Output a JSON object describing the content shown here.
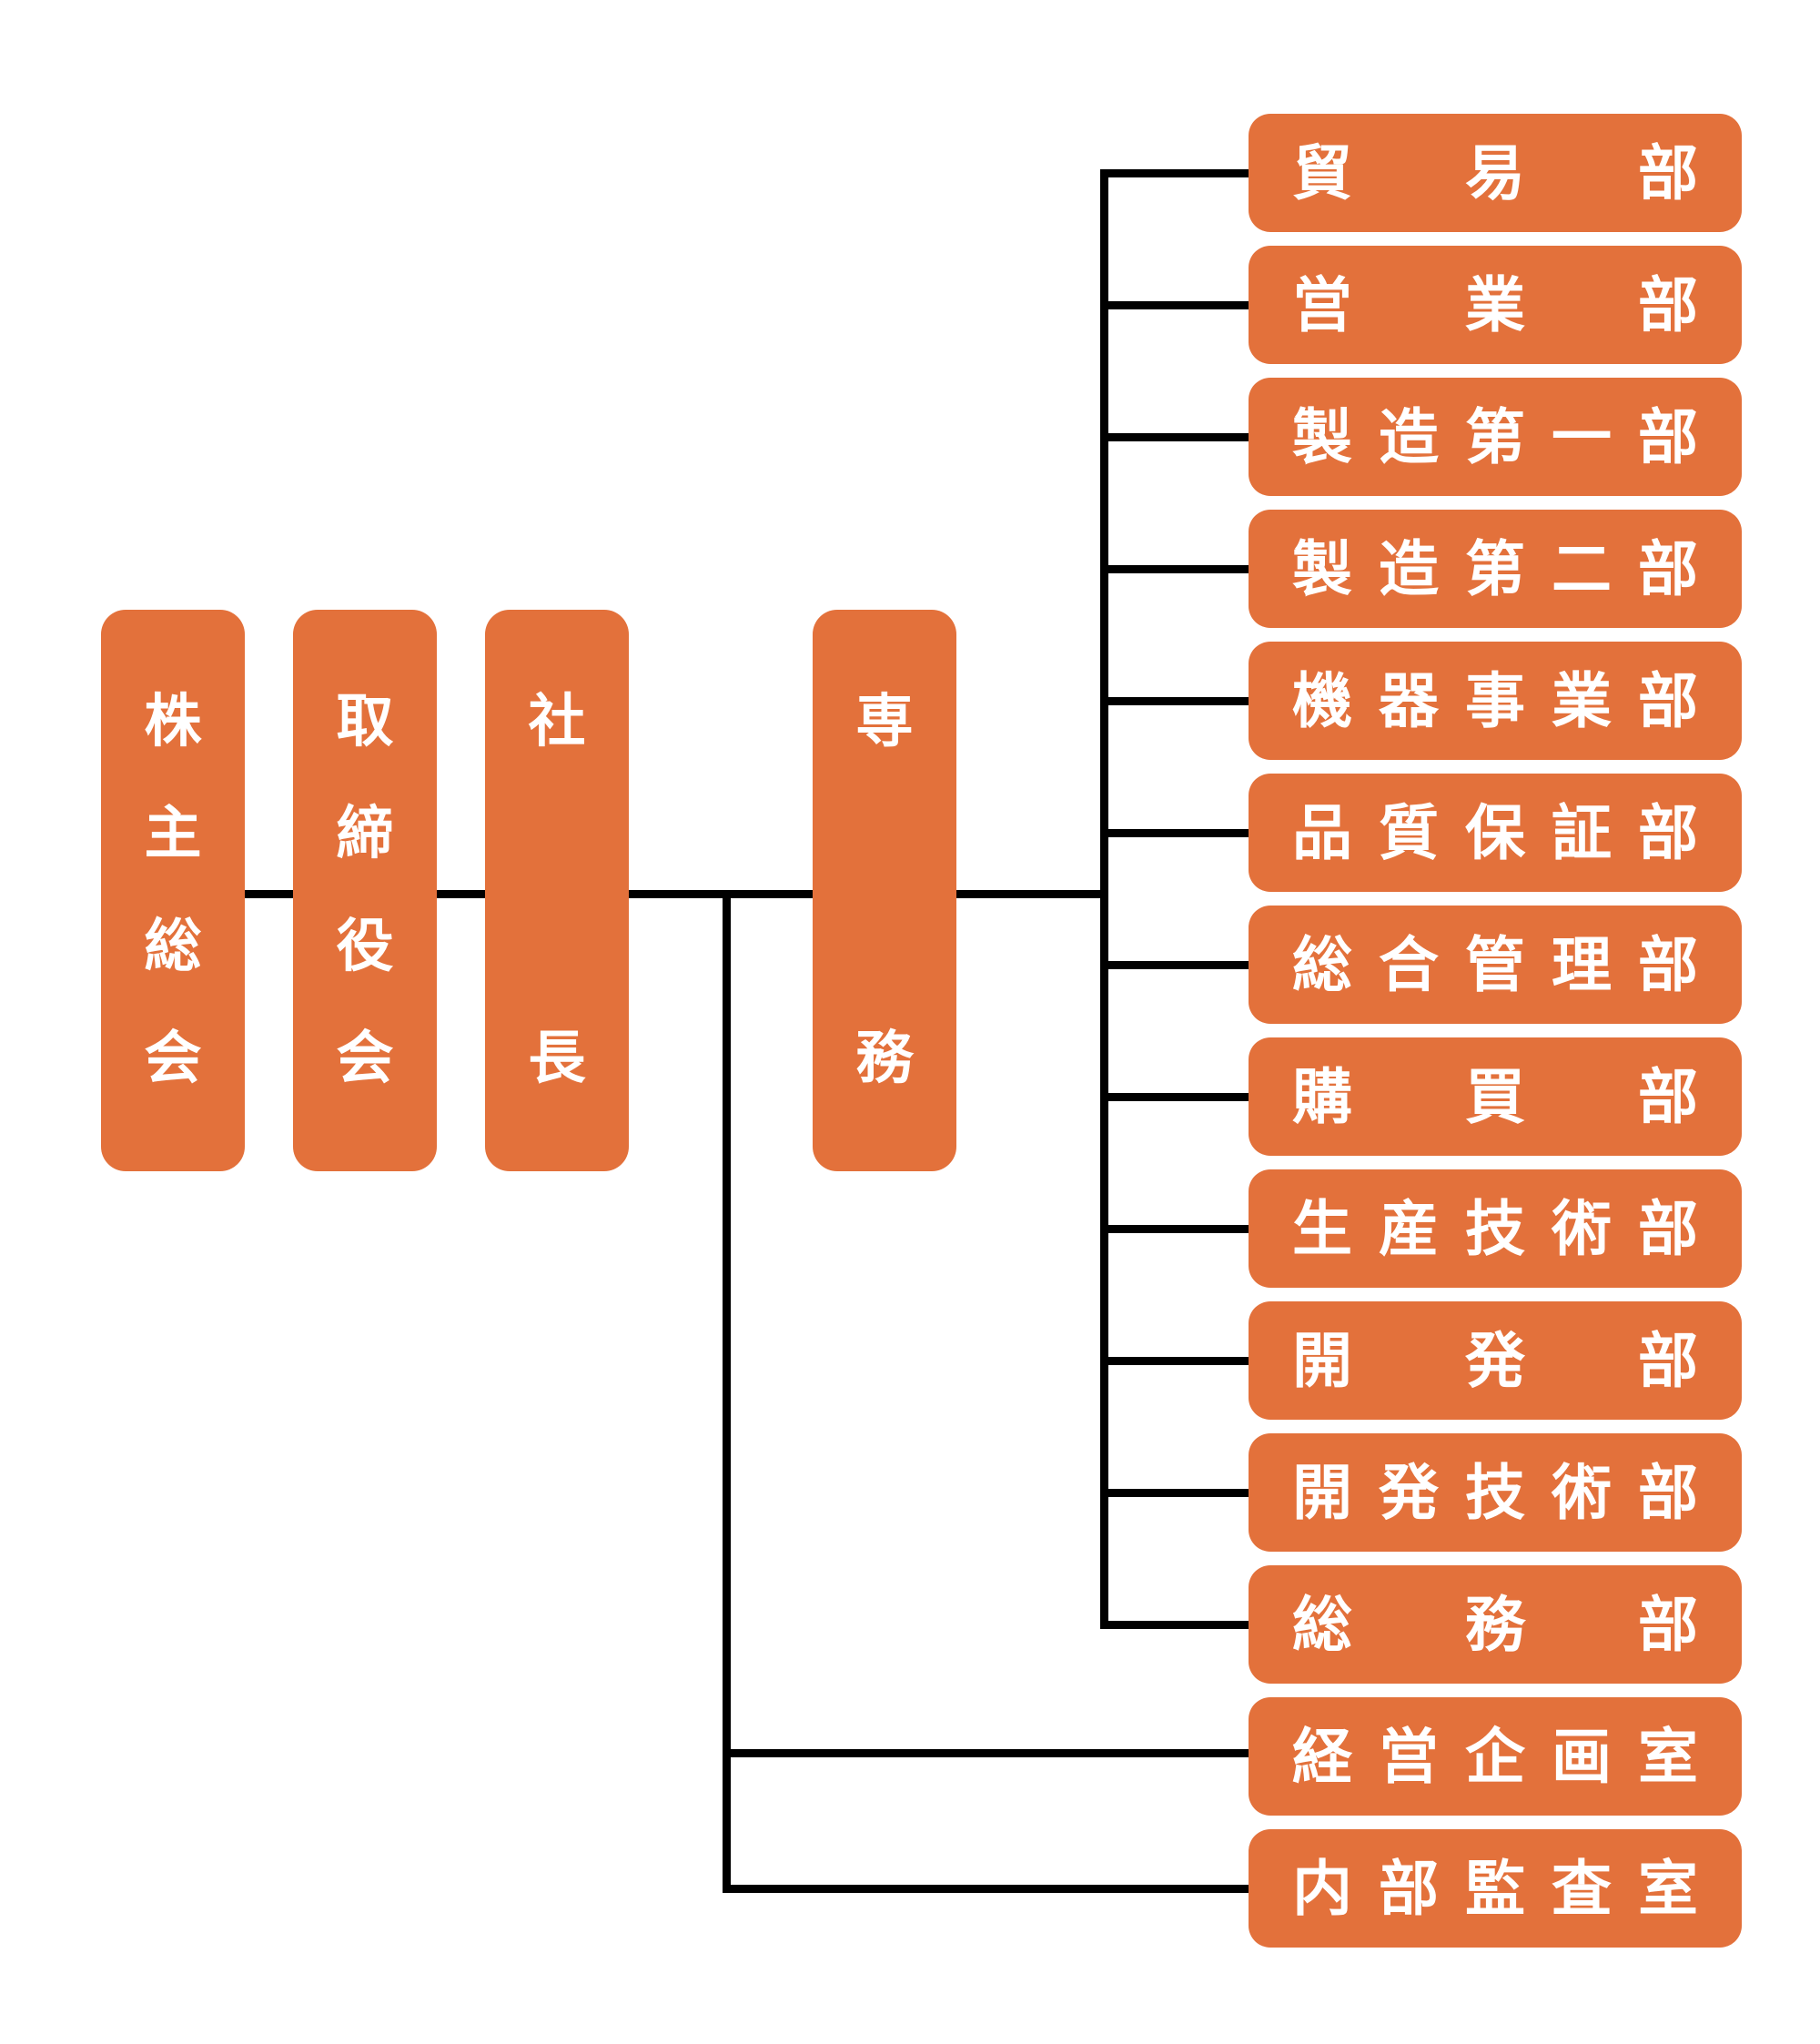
{
  "palette": {
    "background": "#ffffff",
    "node_fill": "#e3713b",
    "node_text": "#ffffff",
    "connector": "#000000"
  },
  "org_chart": {
    "type": "organization-chart",
    "executives": [
      {
        "label": "株主総会",
        "reports_to": null
      },
      {
        "label": "取締役会",
        "reports_to": "株主総会"
      },
      {
        "label": "社長",
        "reports_to": "取締役会"
      },
      {
        "label": "専務",
        "reports_to": "社長"
      }
    ],
    "departments": [
      {
        "label": "貿易部",
        "reports_to": "専務"
      },
      {
        "label": "営業部",
        "reports_to": "専務"
      },
      {
        "label": "製造第一部",
        "reports_to": "専務"
      },
      {
        "label": "製造第二部",
        "reports_to": "専務"
      },
      {
        "label": "機器事業部",
        "reports_to": "専務"
      },
      {
        "label": "品質保証部",
        "reports_to": "専務"
      },
      {
        "label": "総合管理部",
        "reports_to": "専務"
      },
      {
        "label": "購買部",
        "reports_to": "専務"
      },
      {
        "label": "生産技術部",
        "reports_to": "専務"
      },
      {
        "label": "開発部",
        "reports_to": "専務"
      },
      {
        "label": "開発技術部",
        "reports_to": "専務"
      },
      {
        "label": "総務部",
        "reports_to": "専務"
      },
      {
        "label": "経営企画室",
        "reports_to": "社長"
      },
      {
        "label": "内部監査室",
        "reports_to": "社長"
      }
    ]
  }
}
